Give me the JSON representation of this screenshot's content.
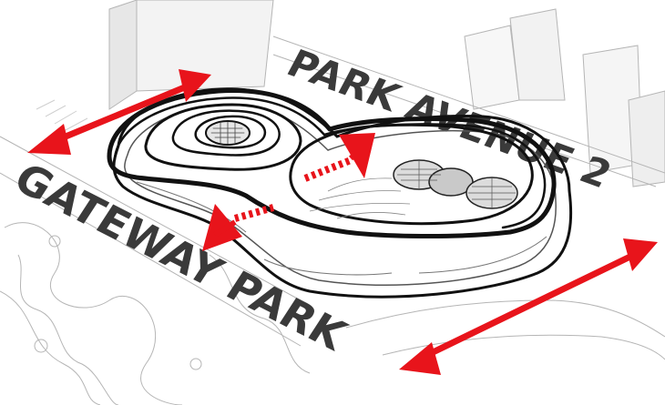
{
  "labels": {
    "street_top": "PARK AVENUE 2",
    "street_left": "GATEWAY PARK"
  },
  "colors": {
    "arrow": "#e8141b",
    "outline": "#111111",
    "sketch": "#9a9a9a",
    "label": "#3a3a3a",
    "background": "#ffffff"
  },
  "arrows": [
    {
      "name": "top-left-double-arrow",
      "kind": "double-headed"
    },
    {
      "name": "bottom-right-double-arrow",
      "kind": "double-headed"
    },
    {
      "name": "waist-pinch-arrows",
      "kind": "converging"
    }
  ]
}
